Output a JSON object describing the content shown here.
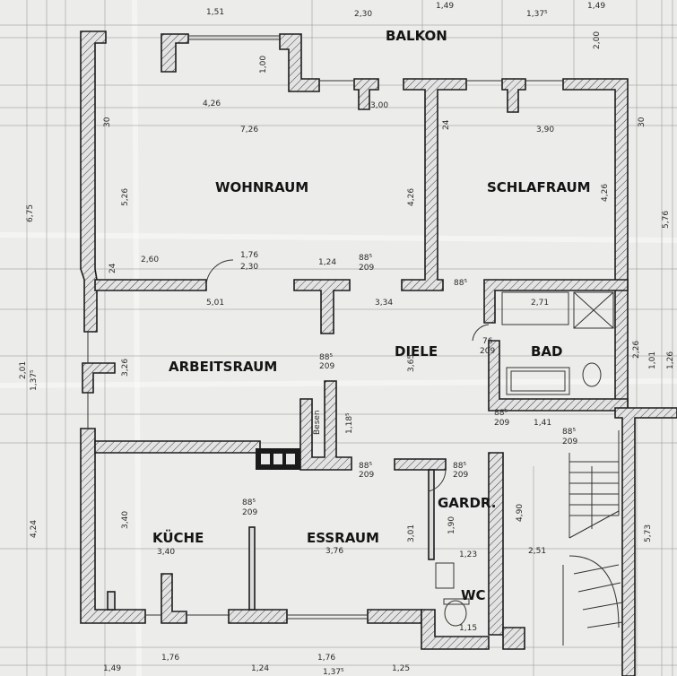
{
  "rooms": {
    "balkon": "BALKON",
    "wohnraum": "WOHNRAUM",
    "schlafraum": "SCHLAFRAUM",
    "arbeitsraum": "ARBEITSRAUM",
    "diele": "DIELE",
    "bad": "BAD",
    "kueche": "KÜCHE",
    "essraum": "ESSRAUM",
    "gardr": "GARDR.",
    "wc": "WC"
  },
  "annotations": {
    "besen": "Besen"
  },
  "dimensions_h": [
    "1,51",
    "2,30",
    "1,49",
    "1,37⁵",
    "1,49",
    "4,26",
    "3,00",
    "7,26",
    "3,90",
    "2,60",
    "1,76",
    "2,30",
    "1,24",
    "88⁵",
    "209",
    "88⁵",
    "5,01",
    "3,34",
    "2,71",
    "88⁵",
    "209",
    "76",
    "209",
    "1,41",
    "88⁵",
    "209",
    "88⁵",
    "209",
    "88⁵",
    "209",
    "88⁵",
    "209",
    "88⁵",
    "209",
    "3,40",
    "3,76",
    "1,23",
    "2,51",
    "1,15",
    "1,76",
    "1,76",
    "1,25",
    "1,37⁵",
    "1,24",
    "1,49"
  ],
  "dimensions_v": [
    "6,75",
    "5,26",
    "4,26",
    "4,26",
    "5,76",
    "2,01",
    "1,37⁵",
    "3,26",
    "3,65",
    "2,26",
    "1,01",
    "1,26",
    "4,24",
    "3,40",
    "3,01",
    "1,90",
    "4,90",
    "5,73",
    "1,18⁵",
    "1,00",
    "2,00",
    "30",
    "24",
    "24",
    "30"
  ]
}
